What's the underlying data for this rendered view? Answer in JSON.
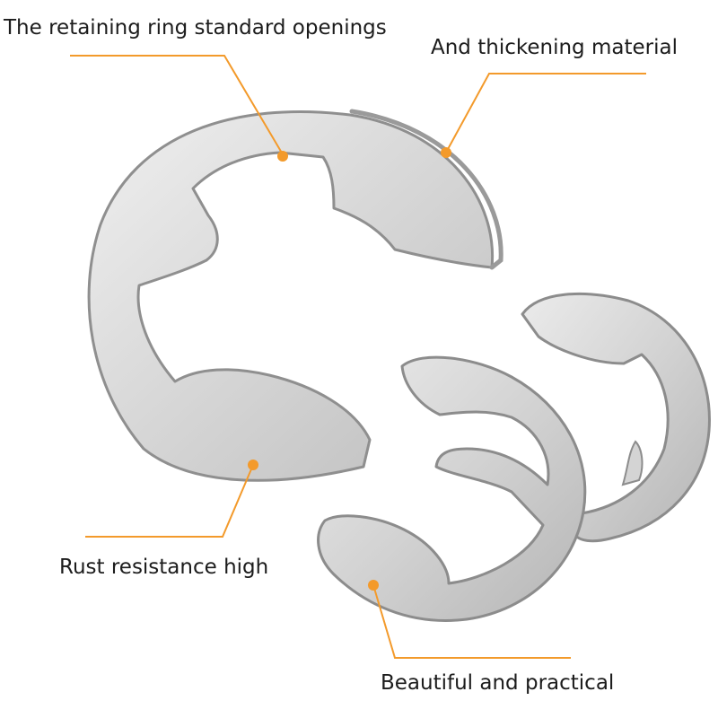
{
  "callouts": {
    "openings": "The retaining ring standard openings",
    "thickening": "And thickening material",
    "rust": "Rust resistance high",
    "beautiful": "Beautiful and practical"
  },
  "colors": {
    "accent": "#F39A2B",
    "metal_light": "#E6E6E6",
    "metal_mid": "#C8C8C8",
    "metal_dark": "#9E9E9E",
    "edge": "#8C8C8C"
  }
}
